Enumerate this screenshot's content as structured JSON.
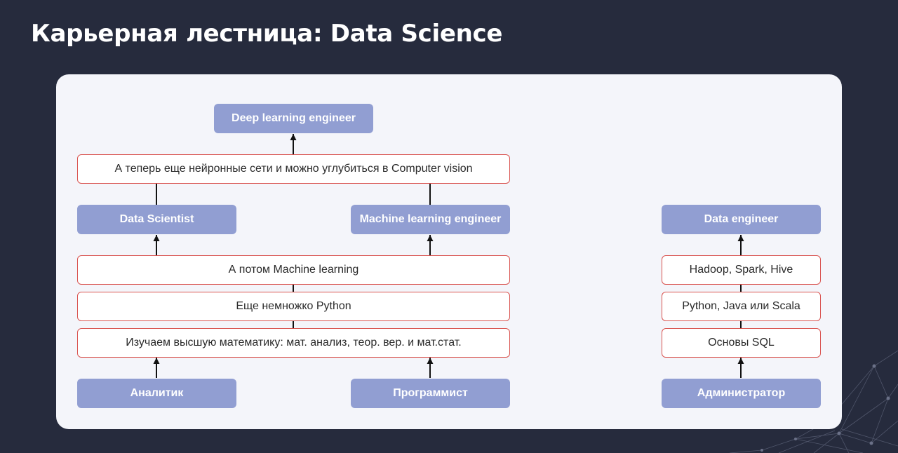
{
  "title": "Карьерная лестница: Data Science",
  "roles": {
    "deep_learning": "Deep learning engineer",
    "data_scientist": "Data Scientist",
    "ml_engineer": "Machine learning engineer",
    "data_engineer": "Data engineer",
    "analyst": "Аналитик",
    "programmer": "Программист",
    "admin": "Администратор"
  },
  "steps": {
    "neural_nets": "А теперь еще нейронные сети и можно углубиться в Computer vision",
    "machine_learning": "А потом Machine learning",
    "python": "Еще немножко Python",
    "math": "Изучаем высшую математику: мат. анализ, теор. вер. и мат.стат.",
    "big_data": "Hadoop, Spark, Hive",
    "languages": "Python, Java или Scala",
    "sql": "Основы SQL"
  },
  "colors": {
    "background": "#262b3d",
    "panel": "#f4f5fa",
    "role_fill": "#919ed2",
    "step_border": "#d9534f",
    "connector": "#111111"
  }
}
